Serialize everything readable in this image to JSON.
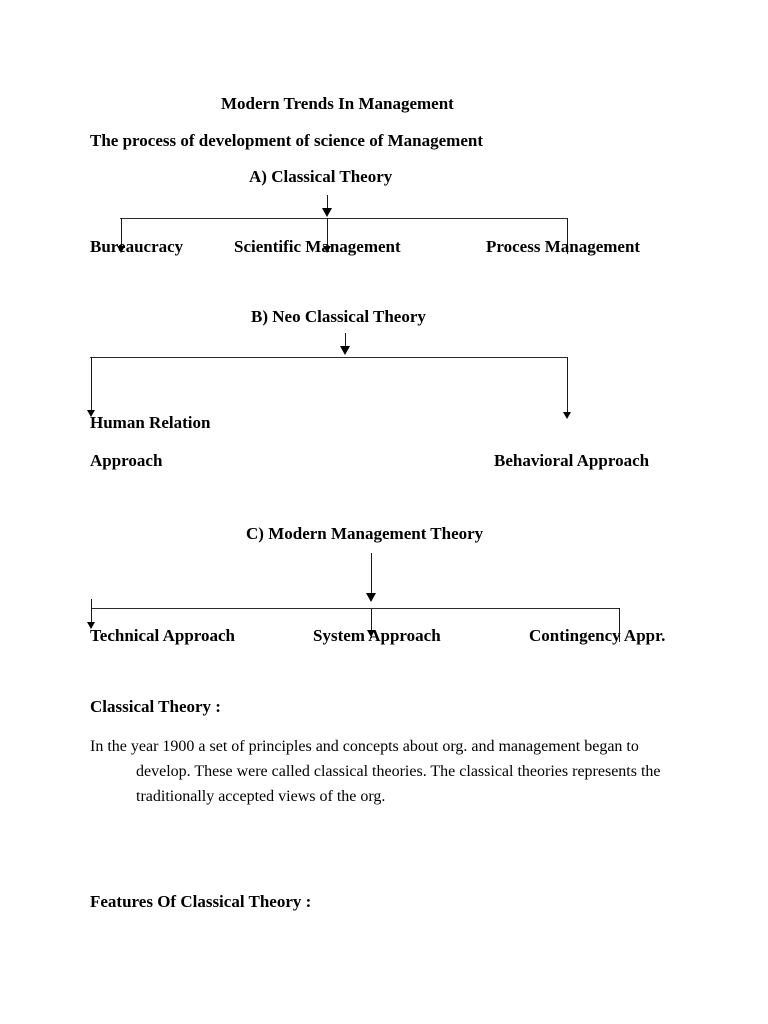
{
  "document": {
    "title": "Modern Trends In Management",
    "subtitle": "The process of development of science of Management"
  },
  "sections": {
    "a": {
      "heading": "A) Classical Theory",
      "children": [
        "Bureaucracy",
        "Scientific Management",
        "Process Management"
      ]
    },
    "b": {
      "heading": "B) Neo Classical Theory",
      "children": [
        "Human Relation",
        "Approach",
        "Behavioral Approach"
      ]
    },
    "c": {
      "heading": "C) Modern Management Theory",
      "children": [
        "Technical Approach",
        "System Approach",
        "Contingency Appr."
      ]
    }
  },
  "classical_theory": {
    "heading": "Classical Theory :",
    "paragraph_line1": "In the year 1900 a set of principles and concepts about org. and management began to",
    "paragraph_line2": "develop. These were called classical theories. The classical theories  represents the",
    "paragraph_line3": "traditionally accepted views of the org."
  },
  "features": {
    "heading": "Features Of Classical Theory :"
  },
  "colors": {
    "text": "#000000",
    "line": "#2b2b2b",
    "background": "#ffffff"
  }
}
